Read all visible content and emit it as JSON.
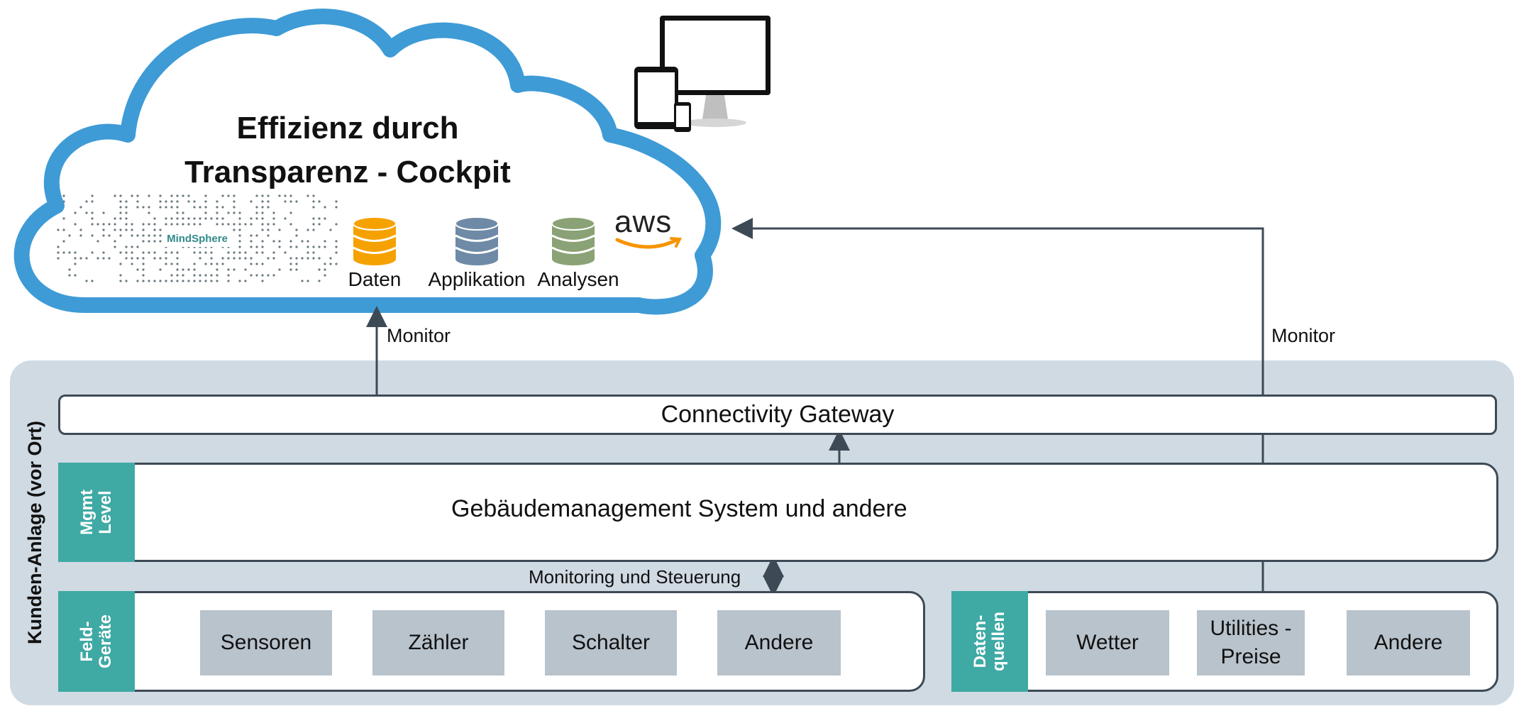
{
  "cloud": {
    "title_line1": "Effizienz durch",
    "title_line2": "Transparenz - Cockpit",
    "mindsphere_logo": "MindSphere",
    "aws_logo": "aws",
    "databases": [
      {
        "label": "Daten",
        "color": "#f5a200"
      },
      {
        "label": "Applikation",
        "color": "#6e8aa6"
      },
      {
        "label": "Analysen",
        "color": "#8aa275"
      }
    ],
    "cloud_color": "#3e9bd6"
  },
  "arrows": {
    "left_monitor": "Monitor",
    "right_monitor": "Monitor",
    "monitoring_label": "Monitoring und Steuerung"
  },
  "site": {
    "label": "Kunden-Anlage (vor Ort)",
    "gateway": "Connectivity Gateway",
    "mgmt_tag": "Mgmt\nLevel",
    "mgmt_text": "Gebäudemanagement System und andere",
    "field_tag": "Feld-\nGeräte",
    "field_items": [
      "Sensoren",
      "Zähler",
      "Schalter",
      "Andere"
    ],
    "source_tag": "Daten-\nquellen",
    "source_items": [
      "Wetter",
      "Utilities -\nPreise",
      "Andere"
    ],
    "panel_color": "#d0dae3",
    "tag_color": "#3fa9a4"
  }
}
